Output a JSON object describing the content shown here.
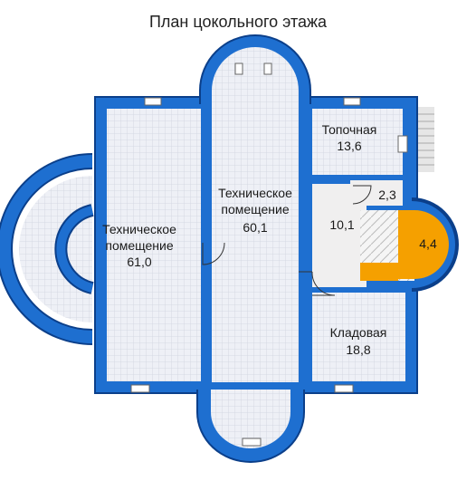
{
  "title": "План цокольного этажа",
  "colors": {
    "wall": "#1e6fd0",
    "wall_outline": "#0b3f8a",
    "tile": "#eef0f6",
    "tile_grid": "#cfd3de",
    "plain_floor": "#f0efef",
    "stair_fill": "#f5a000",
    "window_frame": "#ffffff"
  },
  "rooms": {
    "tech_left": {
      "name_line1": "Техническое",
      "name_line2": "помещение",
      "area": "61,0"
    },
    "tech_center": {
      "name_line1": "Техническое",
      "name_line2": "помещение",
      "area": "60,1"
    },
    "boiler": {
      "name": "Топочная",
      "area": "13,6"
    },
    "wc": {
      "area": "2,3"
    },
    "hall": {
      "area": "10,1"
    },
    "stair": {
      "area": "4,4"
    },
    "storage": {
      "name": "Кладовая",
      "area": "18,8"
    }
  }
}
